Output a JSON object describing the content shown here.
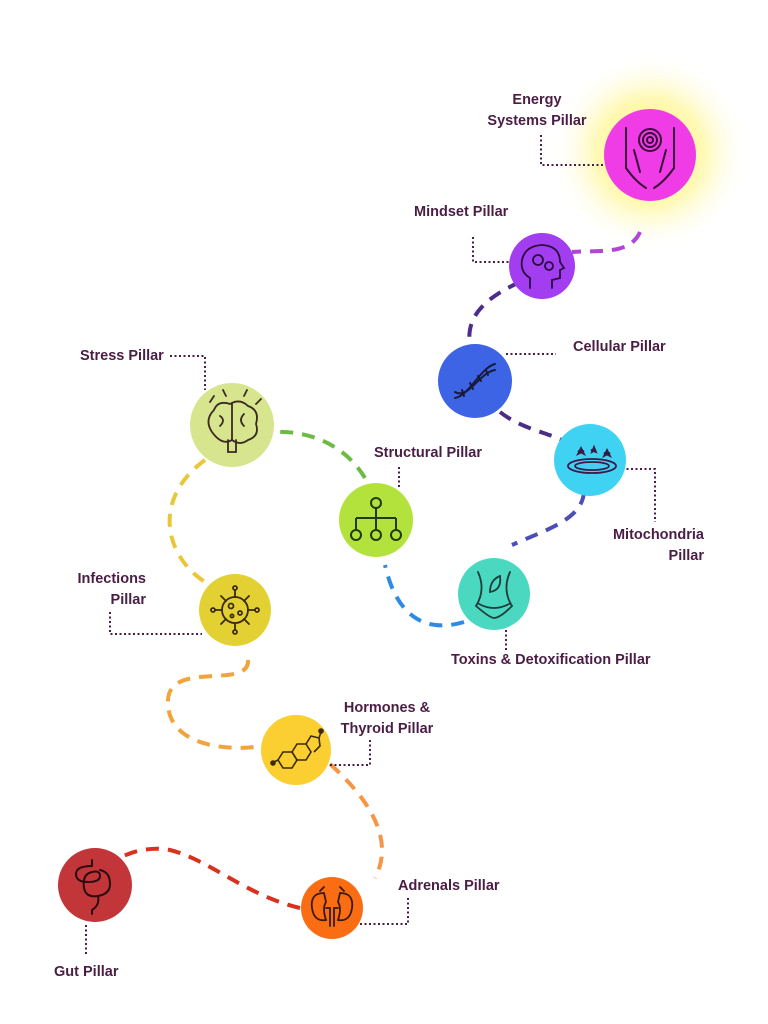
{
  "colors": {
    "text": "#4a1d45",
    "energy": "#f03ce6",
    "mindset": "#a23ef0",
    "cellular": "#3e64e6",
    "mitochondria": "#3fd2f2",
    "toxins": "#4ad8c1",
    "structural": "#b3e23c",
    "stress": "#d6e58e",
    "infections": "#e3d133",
    "hormones": "#fbcf32",
    "adrenals": "#fa6d12",
    "gut": "#c2363a"
  },
  "pillars": {
    "energy": {
      "line1": "Energy",
      "line2": "Systems Pillar",
      "icon": "hands-spiral-icon"
    },
    "mindset": {
      "label": "Mindset Pillar",
      "icon": "head-gears-icon"
    },
    "cellular": {
      "label": "Cellular Pillar",
      "icon": "dna-icon"
    },
    "mitochondria": {
      "line1": "Mitochondria",
      "line2": "Pillar",
      "icon": "orbit-stars-icon"
    },
    "toxins": {
      "label": "Toxins & Detoxification Pillar",
      "icon": "torso-leaf-icon"
    },
    "structural": {
      "label": "Structural Pillar",
      "icon": "hierarchy-icon"
    },
    "stress": {
      "label": "Stress Pillar",
      "icon": "stressed-brain-icon"
    },
    "infections": {
      "line1": "Infections",
      "line2": "Pillar",
      "icon": "virus-icon"
    },
    "hormones": {
      "line1": "Hormones &",
      "line2": "Thyroid Pillar",
      "icon": "steroid-molecule-icon"
    },
    "adrenals": {
      "label": "Adrenals Pillar",
      "icon": "kidneys-icon"
    },
    "gut": {
      "label": "Gut Pillar",
      "icon": "intestines-icon"
    }
  }
}
